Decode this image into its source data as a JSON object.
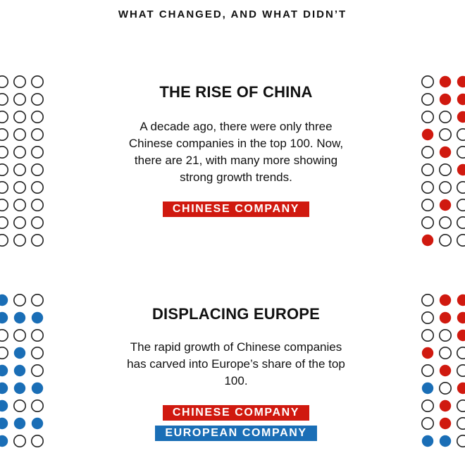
{
  "header": {
    "title": "WHAT CHANGED, AND WHAT DIDN’T"
  },
  "sections": [
    {
      "title": "THE RISE OF CHINA",
      "body": "A decade ago, there were only three Chinese companies in the top 100. Now, there are 21, with many more showing strong growth trends.",
      "legend": [
        {
          "label": "CHINESE COMPANY",
          "color": "#d0190f"
        }
      ]
    },
    {
      "title": "DISPLACING EUROPE",
      "body": "The rapid growth of Chinese companies has carved into Europe’s share of the top 100.",
      "legend": [
        {
          "label": "CHINESE COMPANY",
          "color": "#d0190f"
        },
        {
          "label": "EUROPEAN COMPANY",
          "color": "#1a6eb6"
        }
      ]
    }
  ],
  "colors": {
    "chinese": "#d0190f",
    "european": "#1a6eb6",
    "other_outline": "#222222"
  },
  "grids": {
    "s1_left": [
      "ooo",
      "ooo",
      "ooo",
      "ooo",
      "ooo",
      "ooo",
      "ooo",
      "ooo",
      "ooo",
      "ooo"
    ],
    "s1_right": [
      "orr",
      "orr",
      "ooc",
      "roo",
      "oro",
      "ooc",
      "ooo",
      "oro",
      "ooo",
      "roo"
    ],
    "s2_left": [
      "boo",
      "bbb",
      "ooo",
      "obo",
      "bbo",
      "bbb",
      "boo",
      "bbb",
      "boo"
    ],
    "s2_right": [
      "orr",
      "orr",
      "ooc",
      "roo",
      "oro",
      "boc",
      "oro",
      "oro",
      "bbo"
    ]
  }
}
